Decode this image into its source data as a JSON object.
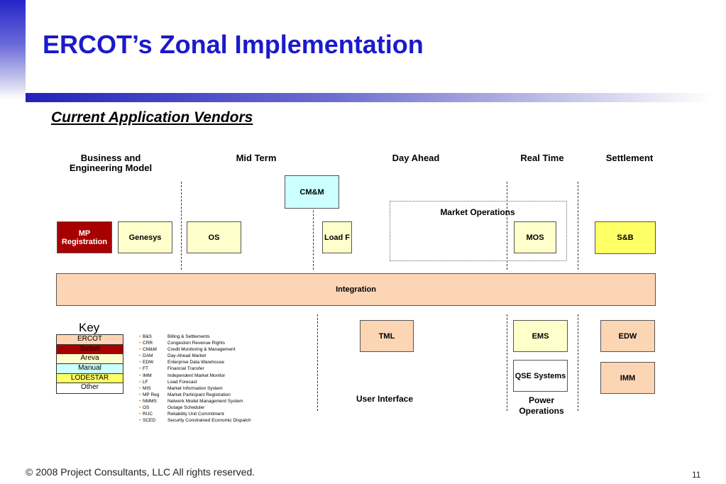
{
  "title": "ERCOT’s Zonal Implementation",
  "subtitle": "Current Application Vendors",
  "columns": {
    "business": "Business and Engineering Model",
    "midterm": "Mid Term",
    "dayahead": "Day Ahead",
    "realtime": "Real Time",
    "settlement": "Settlement"
  },
  "boxes": {
    "cmm": "CM&M",
    "market_ops": "Market Operations",
    "mp_registration": "MP Registration",
    "genesys": "Genesys",
    "os": "OS",
    "load_f": "Load  F",
    "mos": "MOS",
    "sb": "S&B",
    "integration": "Integration",
    "tml": "TML",
    "ems": "EMS",
    "edw": "EDW",
    "qse": "QSE Systems",
    "imm": "IMM",
    "user_interface": "User Interface",
    "power_ops": "Power Operations"
  },
  "key": {
    "title": "Key",
    "items": [
      "ERCOT",
      "Siebel",
      "Areva",
      "Manual",
      "LODESTAR",
      "Other"
    ]
  },
  "abbreviations": [
    {
      "code": "B&S",
      "desc": "Billing & Settlements"
    },
    {
      "code": "CRR",
      "desc": "Congestion Revenue Rights"
    },
    {
      "code": "CM&M",
      "desc": "Credit Monitoring & Management"
    },
    {
      "code": "DAM",
      "desc": "Day-Ahead Market"
    },
    {
      "code": "EDW",
      "desc": "Enterprise Data Warehouse"
    },
    {
      "code": "FT",
      "desc": "Financial Transfer"
    },
    {
      "code": "IMM",
      "desc": "Independent Market Monitor"
    },
    {
      "code": "LF",
      "desc": "Load Forecast"
    },
    {
      "code": "MIS",
      "desc": "Market Information System"
    },
    {
      "code": "MP Reg",
      "desc": "Market Participant Registration"
    },
    {
      "code": "NMMS",
      "desc": "Network Model Management System"
    },
    {
      "code": "OS",
      "desc": "Outage Scheduler"
    },
    {
      "code": "RUC",
      "desc": "Reliability Unit Commitment"
    },
    {
      "code": "SCED",
      "desc": "Security Constrained Economic Dispatch"
    }
  ],
  "colors": {
    "title": "#1a1acc",
    "ercot": "#fcd5b5",
    "siebel": "#a80000",
    "areva": "#ffffcc",
    "manual": "#ccffff",
    "lodestar": "#ffff66",
    "other": "#ffffff"
  },
  "footer": "© 2008 Project Consultants, LLC All rights reserved.",
  "page_number": "11"
}
